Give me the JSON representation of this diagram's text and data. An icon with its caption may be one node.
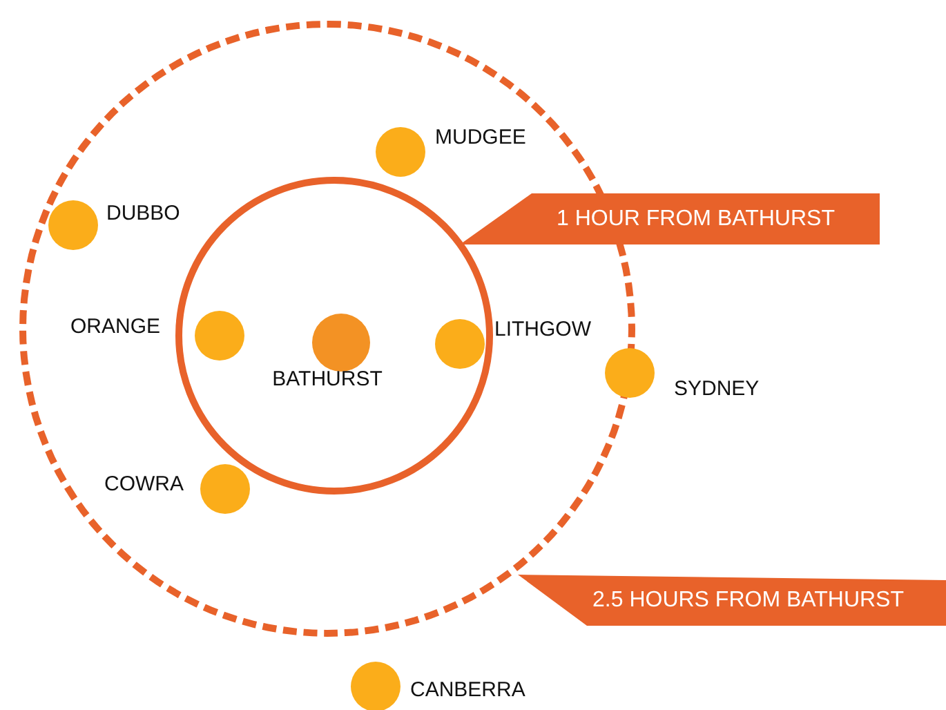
{
  "diagram": {
    "nodes": [
      {
        "text": [],
        "shape": "circle"
      },
      {
        "text": [],
        "shape": "circle",
        "in": 0
      },
      {
        "text": [],
        "shape": "circle",
        "in": 0,
        "beside": [
          "MUDGEE"
        ]
      },
      {
        "text": [
          "1 HOUR FROM BATHURST"
        ]
      },
      {
        "text": [],
        "shape": "circle",
        "in": 0,
        "beside": [
          "DUBBO"
        ]
      },
      {
        "text": [],
        "shape": "circle",
        "in": 1,
        "beside": [
          "ORANGE"
        ]
      },
      {
        "text": [],
        "shape": "circle",
        "in": 1,
        "beside": [
          "BATHURST"
        ]
      },
      {
        "text": [],
        "shape": "circle",
        "in": 1,
        "beside": [
          "LITHGOW"
        ]
      },
      {
        "text": [],
        "shape": "circle",
        "beside": [
          "SYDNEY"
        ]
      },
      {
        "text": [],
        "shape": "circle",
        "in": 0,
        "beside": [
          "COWRA"
        ]
      },
      {
        "text": [
          "2.5 HOURS FROM BATHURST"
        ]
      },
      {
        "text": [],
        "shape": "circle",
        "beside": [
          "CANBERRA"
        ]
      }
    ],
    "edges": []
  }
}
